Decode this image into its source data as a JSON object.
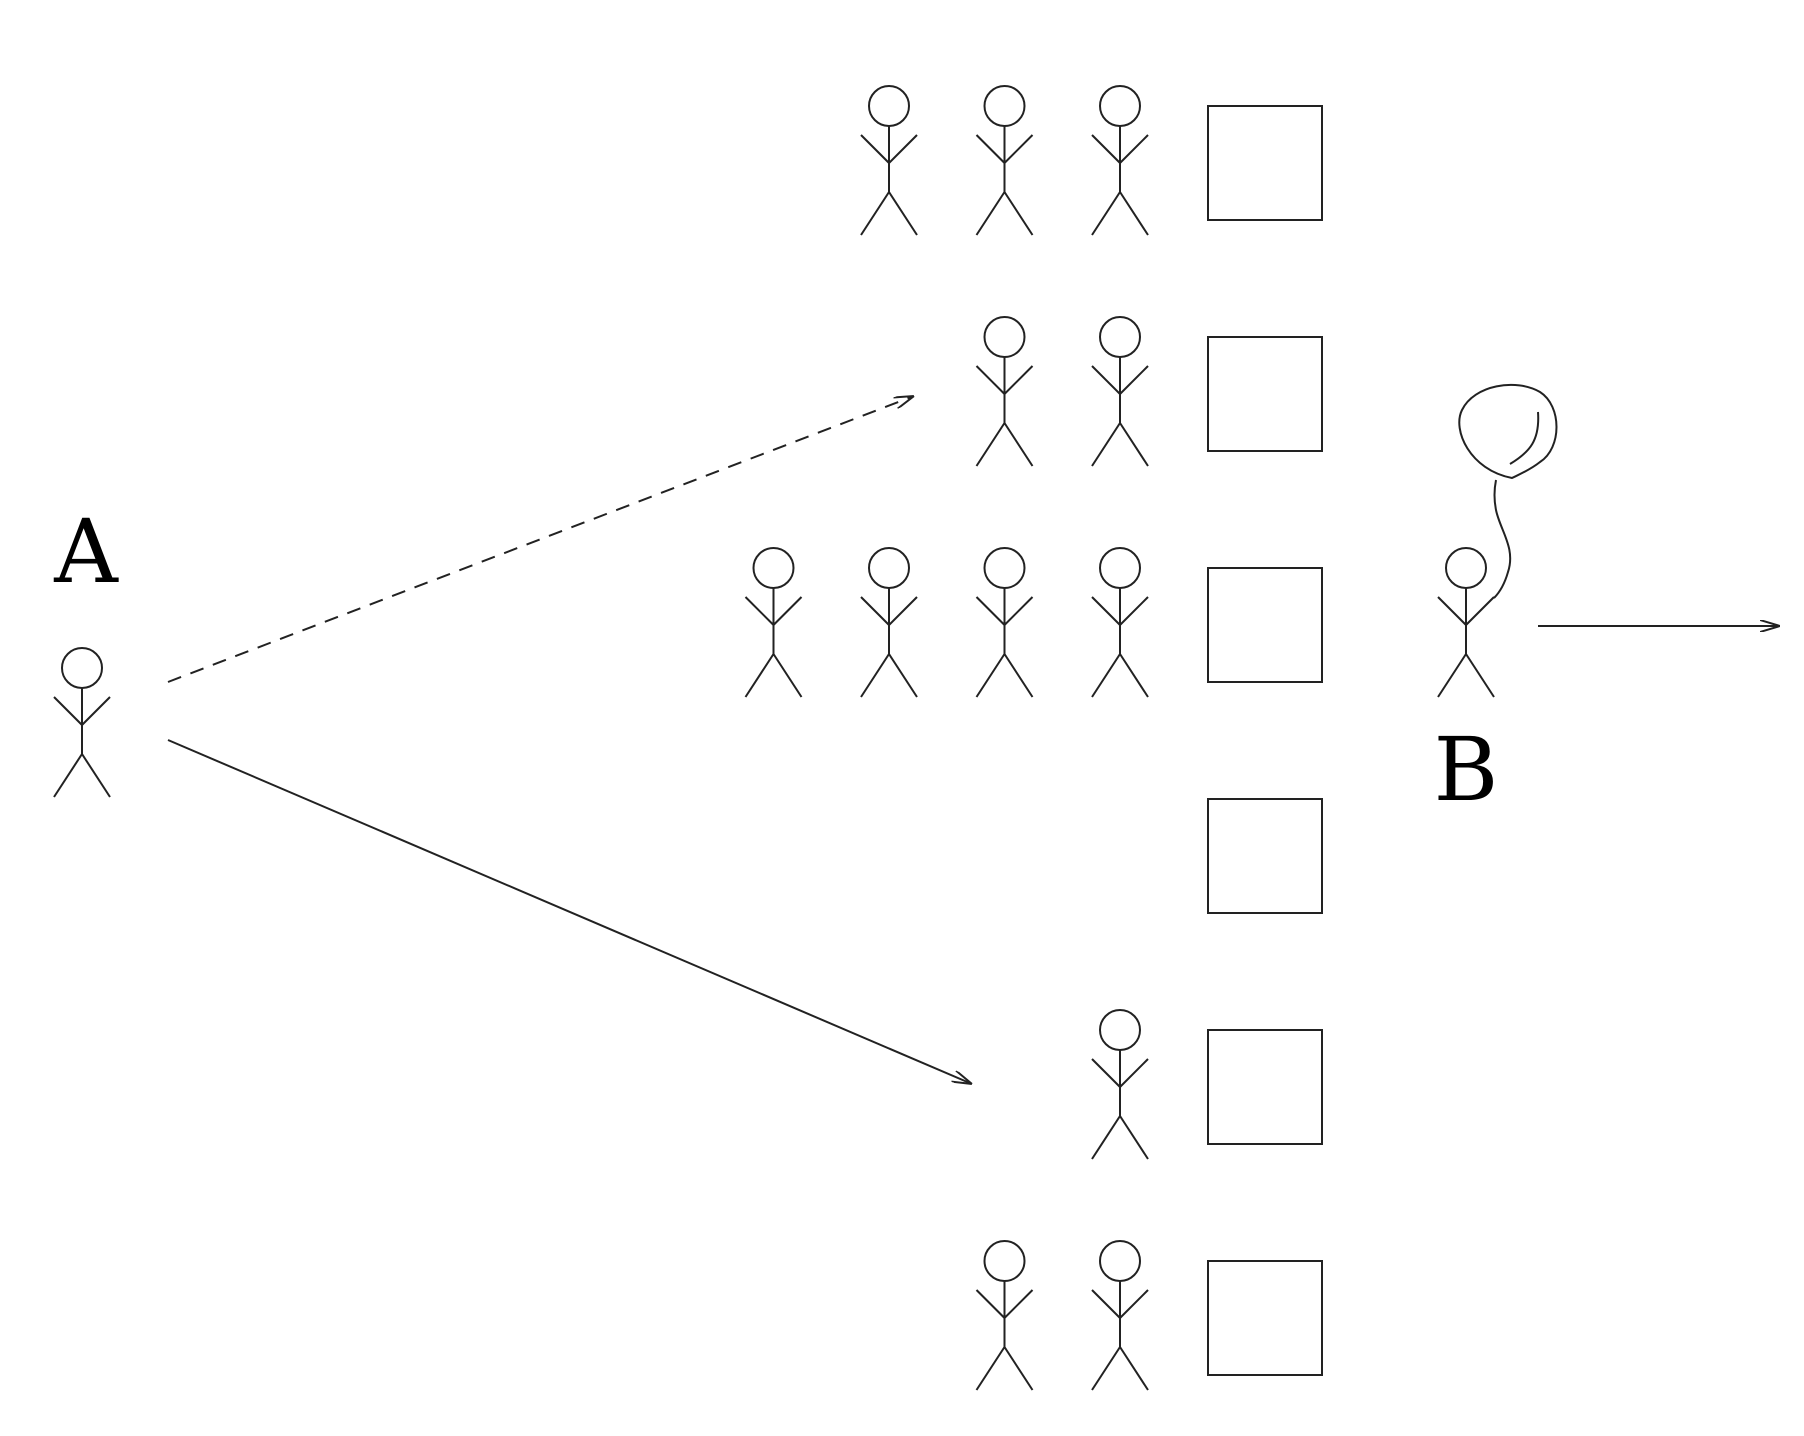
{
  "labels": {
    "a": "A",
    "b": "B"
  },
  "queues": {
    "counter_count": 6,
    "people_per_queue": [
      3,
      2,
      4,
      0,
      1,
      2
    ]
  },
  "colors": {
    "stroke": "#222222",
    "label": "#000000",
    "background": "#ffffff"
  }
}
